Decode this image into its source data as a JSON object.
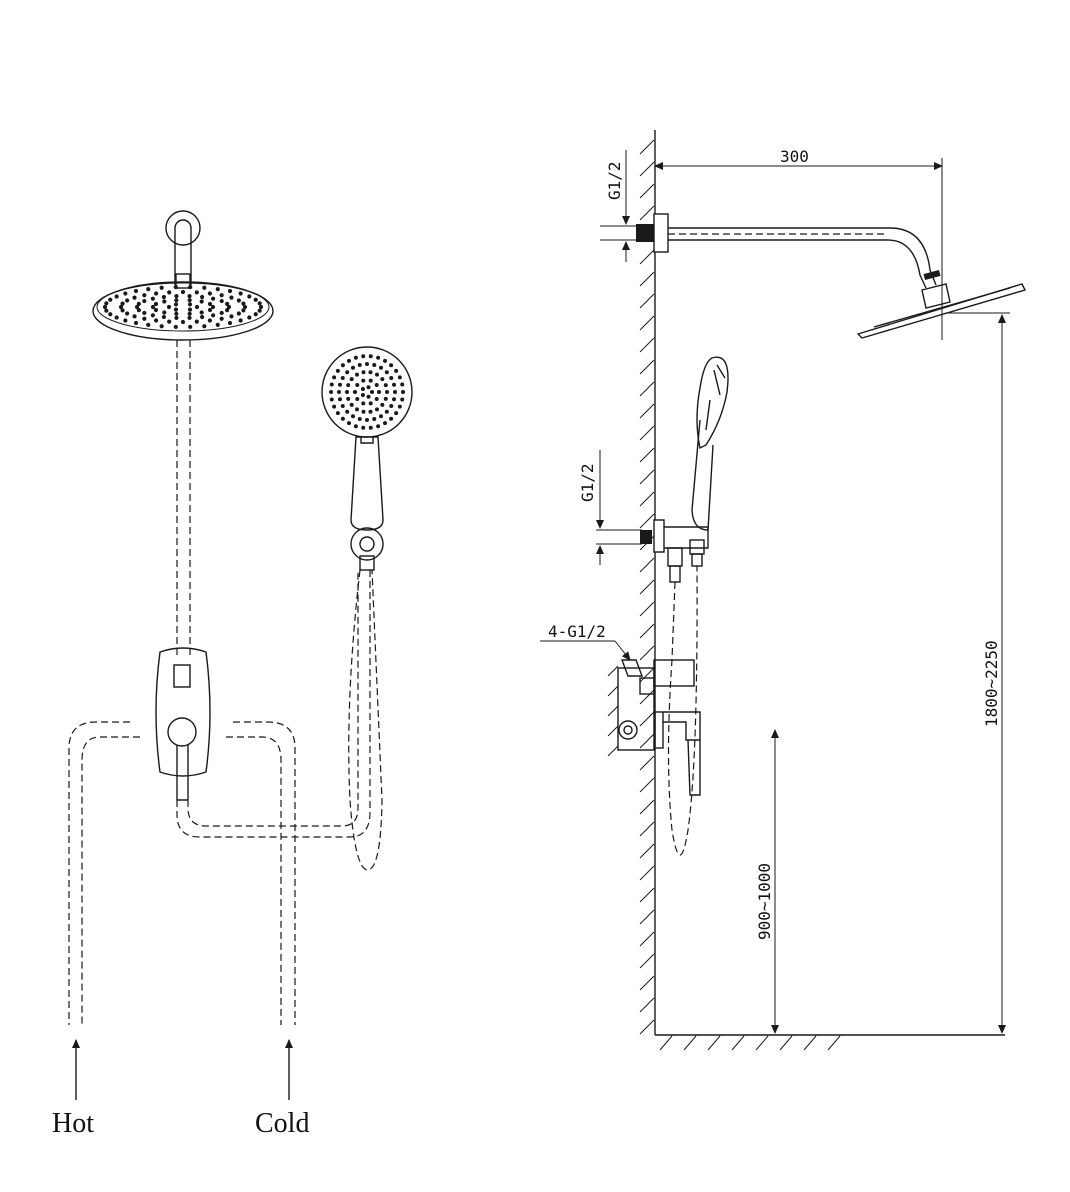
{
  "labels": {
    "hot": "Hot",
    "cold": "Cold"
  },
  "dimensions": {
    "arm_length": "300",
    "inlet_top": "G1/2",
    "inlet_handheld": "G1/2",
    "valve_ports": "4-G1/2",
    "head_height": "1800~2250",
    "valve_height": "900~1000"
  }
}
